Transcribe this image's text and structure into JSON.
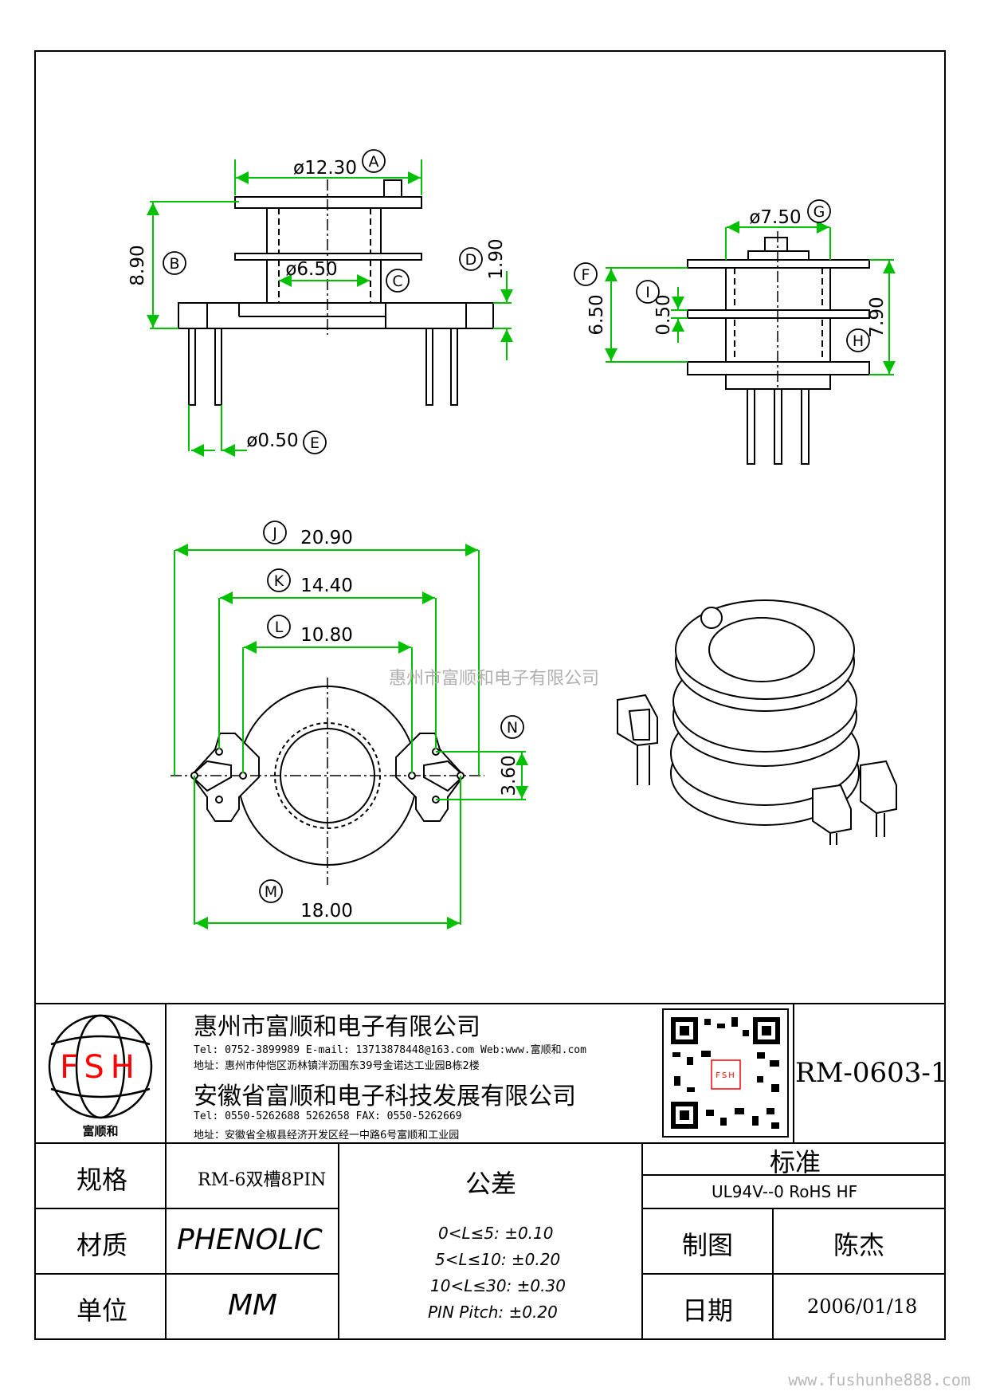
{
  "dimensions": {
    "A": {
      "letter": "A",
      "value": "ø12.30"
    },
    "B": {
      "letter": "B",
      "value": "8.90"
    },
    "C": {
      "letter": "C",
      "value": "ø6.50"
    },
    "D": {
      "letter": "D",
      "value": "1.90"
    },
    "E": {
      "letter": "E",
      "value": "ø0.50"
    },
    "F": {
      "letter": "F",
      "value": "6.50"
    },
    "G": {
      "letter": "G",
      "value": "ø7.50"
    },
    "H": {
      "letter": "H",
      "value": "7.90"
    },
    "I": {
      "letter": "I",
      "value": "0.50"
    },
    "J": {
      "letter": "J",
      "value": "20.90"
    },
    "K": {
      "letter": "K",
      "value": "14.40"
    },
    "L": {
      "letter": "L",
      "value": "10.80"
    },
    "M": {
      "letter": "M",
      "value": "18.00"
    },
    "N": {
      "letter": "N",
      "value": "3.60"
    }
  },
  "watermark": "惠州市富顺和电子有限公司",
  "title_block": {
    "logo_text": "FSH",
    "logo_caption": "富顺和",
    "company1": "惠州市富顺和电子有限公司",
    "company1_tel": "Tel:  0752-3899989  E-mail: 13713878448@163.com   Web:www.富顺和.com",
    "company1_addr": "地址：惠州市仲恺区沥林镇泮沥围东39号金诺达工业园B栋2楼",
    "company2": "安徽省富顺和电子科技发展有限公司",
    "company2_tel": "Tel:  0550-5262688  5262658     FAX: 0550-5262669",
    "company2_addr": "地址：安徽省全椒县经济开发区经一中路6号富顺和工业园",
    "qr_caption": "FSH",
    "part_number": "RM-0603-1",
    "spec_label": "规格",
    "spec_value": "RM-6双槽8PIN",
    "material_label": "材质",
    "material_value": "PHENOLIC",
    "unit_label": "单位",
    "unit_value": "MM",
    "tolerance_label": "公差",
    "tolerances": [
      "0<L≤5: ±0.10",
      "5<L≤10: ±0.20",
      "10<L≤30: ±0.30",
      "PIN Pitch: ±0.20"
    ],
    "standard_label": "标准",
    "standard_value": "UL94V--0  RoHS HF",
    "drawn_label": "制图",
    "drawn_value": "陈杰",
    "date_label": "日期",
    "date_value": "2006/01/18"
  },
  "footer_url": "www.fushunhe888.com",
  "colors": {
    "dimension_line": "#00c000",
    "outline": "#000000",
    "logo_red": "#ff0000"
  }
}
